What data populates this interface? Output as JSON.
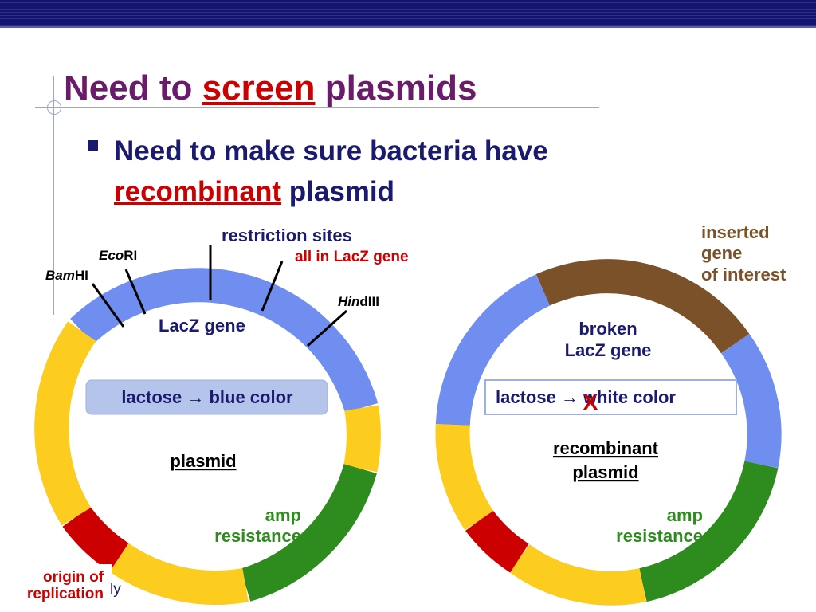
{
  "slide": {
    "title_pre": "Need to ",
    "title_highlight": "screen",
    "title_post": " plasmids",
    "bullet_line1": "Need to make sure bacteria have",
    "bullet_highlight": "recombinant",
    "bullet_post": " plasmid"
  },
  "left_plasmid": {
    "restriction_label": "restriction sites",
    "all_in_label": "all in LacZ gene",
    "ecori_italic": "Eco",
    "ecori_rest": "RI",
    "bamhi_italic": "Bam",
    "bamhi_rest": "HI",
    "hindiii_italic": "Hin",
    "hindiii_rest": "dIII",
    "lacz_label": "LacZ gene",
    "lactose_text": "lactose → blue color",
    "center_label": "plasmid",
    "amp_line1": "amp",
    "amp_line2": "resistance",
    "origin_line1": "origin of",
    "origin_line2": "replication"
  },
  "right_plasmid": {
    "inserted_line1": "inserted",
    "inserted_line2": "gene",
    "inserted_line3": "of interest",
    "broken_line1": "broken",
    "broken_line2": "LacZ gene",
    "lactose_left": "lactose",
    "arrow": "→",
    "lactose_right": "white color",
    "cross": "X",
    "center_line1": "recombinant",
    "center_line2": "plasmid",
    "amp_line1": "amp",
    "amp_line2": "resistance"
  },
  "footer_fragment": "ly",
  "colors": {
    "lacz_blue": "#6f8ef0",
    "yellow": "#fccc1e",
    "green": "#2e8b1e",
    "red": "#cc0000",
    "brown": "#7b512a",
    "navy": "#1a1a6e"
  }
}
